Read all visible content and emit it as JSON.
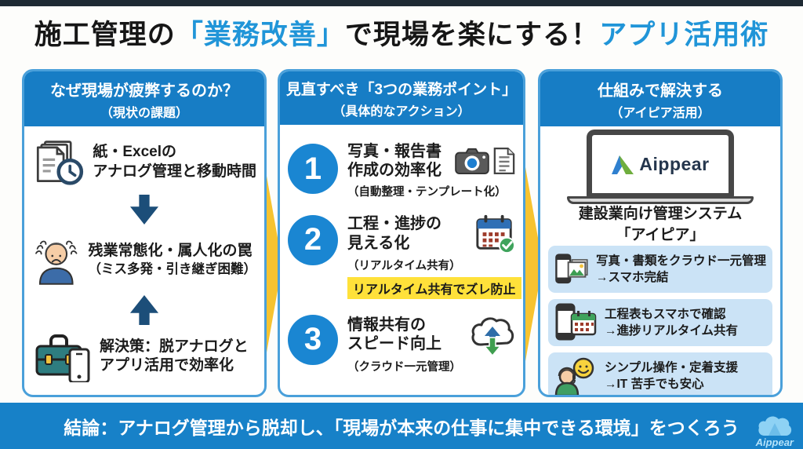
{
  "title": {
    "part1": "施工管理の",
    "part2": "「業務改善」",
    "part3": "で現場を楽にする！",
    "part4": "アプリ活用術"
  },
  "colors": {
    "title_blue": "#2095d8",
    "header_blue": "#177dc5",
    "card_border_blue": "#4aa0da",
    "number_circle_blue": "#1a86d2",
    "dark_navy_arrow": "#1c4e79",
    "flow_yellow": "#f6c330",
    "highlight_yellow": "#ffe13a",
    "feature_row_bg": "#cbe3f6",
    "footer_blue": "#1781c8",
    "top_bar": "#1e2a33"
  },
  "columns": [
    {
      "header": "なぜ現場が疲弊するのか？",
      "subheader": "（現状の課題）",
      "items": [
        {
          "icon": "documents-clock-icon",
          "line1": "紙・Excelの",
          "line2": "アナログ管理と移動時間"
        },
        {
          "icon": "stressed-worker-icon",
          "line1": "残業常態化・属人化の罠",
          "line2": "（ミス多発・引き継ぎ困難）"
        },
        {
          "icon": "toolbox-phone-icon",
          "line1": "解決策：脱アナログと",
          "line2": "アプリ活用で効率化"
        }
      ]
    },
    {
      "header": "見直すべき「3つの業務ポイント」",
      "subheader": "（具体的なアクション）",
      "items": [
        {
          "number": "1",
          "line1": "写真・報告書",
          "line2": "作成の効率化",
          "sub": "（自動整理・テンプレート化）",
          "icons": [
            "camera-icon",
            "report-document-icon"
          ]
        },
        {
          "number": "2",
          "line1": "工程・進捗の",
          "line2": "見える化",
          "sub": "（リアルタイム共有）",
          "highlight": "リアルタイム共有でズレ防止",
          "icons": [
            "calendar-check-icon"
          ]
        },
        {
          "number": "3",
          "line1": "情報共有の",
          "line2": "スピード向上",
          "sub": "（クラウド一元管理）",
          "icons": [
            "cloud-sync-icon"
          ]
        }
      ]
    },
    {
      "header": "仕組みで解決する",
      "subheader": "（アイピア活用）",
      "laptop_brand": "Aippear",
      "caption_line1": "建設業向け管理システム",
      "caption_line2": "「アイピア」",
      "features": [
        {
          "icon": "phone-photos-icon",
          "line1": "写真・書類をクラウド一元管理",
          "line2": "→スマホ完結"
        },
        {
          "icon": "phone-calendar-icon",
          "line1": "工程表もスマホで確認",
          "line2": "→進捗リアルタイム共有"
        },
        {
          "icon": "support-operator-smile-icon",
          "line1": "シンプル操作・定着支援",
          "line2": "→IT 苦手でも安心"
        }
      ]
    }
  ],
  "footer": {
    "text": "結論：アナログ管理から脱却し、「現場が本来の仕事に集中できる環境」をつくろう",
    "brand": "Aippear"
  }
}
